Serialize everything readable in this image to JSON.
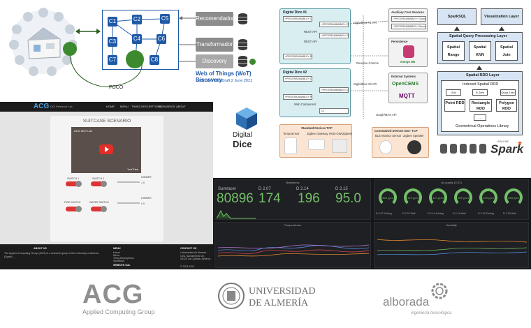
{
  "wot": {
    "cells": [
      "C1",
      "C2",
      "C3",
      "C4",
      "C5",
      "C6",
      "C7",
      "C8"
    ],
    "services": [
      "Recomendador",
      "Transformador",
      "Discovery"
    ],
    "focus_label": "FOCO",
    "title": "Web of Things (WoT) Discovery",
    "subtitle": "W3C Working Draft 2 June 2021",
    "colors": {
      "cell": "#1f5aa8",
      "focus": "#3c8a2e",
      "service": "#8c8c8c"
    }
  },
  "digital_dice": {
    "logo_line1": "Digital",
    "logo_line2": "Dice",
    "box1_title": "Digital Dice #1",
    "box2_title": "Digital Dice #2",
    "box1_items": [
      "«PROGRAMMABLE»\nController",
      "«PROGRAMMABLE»\nEventHandler",
      "«PROGRAMMABLE»\nDataHandler",
      "«PROGRAMMABLE»\nReflection"
    ],
    "box2_items": [
      "«PROGRAMMABLE»\nController#2",
      "«PROGRAMMABLE»\nDataHandler",
      "«PROGRAMMABLE»\nReflection",
      "Web Component",
      "UI"
    ],
    "api1": "DigitalDice #1 API",
    "api2": "DigitalDice #2 API",
    "api_labels": [
      "REST API",
      "REST API",
      "WS",
      "REST API",
      "WS",
      "REST API"
    ],
    "reactive": "Reactive Comms",
    "graph": "Graph/MAS API",
    "aux_title": "Auxiliary Core Services",
    "aux_items": [
      "«PROGRAMMABLE»\nCausality Service",
      "«PROGRAMMABLE»\nDiscovery Service"
    ],
    "persistence": "Persistence",
    "persistence_item": "mongo DB",
    "external": "External Systems",
    "external_items": [
      "OpenCEMS",
      "MQTT"
    ],
    "std_title": "Standard Devices TCP",
    "std_items": [
      "TempSensor",
      "Zigbee Gateway",
      "RGB-GW(Zigbee)"
    ],
    "cons_title": "Constrained Devices Non- TCP",
    "cons_items": [
      "BLE Monitor Sensor",
      "Zigbee Speaker"
    ]
  },
  "spark": {
    "top": [
      "SparkSQL",
      "Visualization Layer"
    ],
    "layer1": "Spatial Query Processing Layer",
    "queries": [
      "Spatial Range",
      "Spatial KNN",
      "Spatial Join"
    ],
    "layer2": "Spatial RDD Layer",
    "indexed": "Indexed Spatial RDD",
    "indexes": [
      "Grid",
      "R-Tree",
      "Quad-Tree"
    ],
    "rdds": [
      "Point RDD",
      "Rectangle RDD",
      "Polygon RDD"
    ],
    "other": "... ",
    "ops": "Geometrical Operations Library",
    "brand_small": "APACHE",
    "brand": "Spark"
  },
  "web": {
    "brand": "ACG",
    "brand_sub": "DiGi Reference Lab",
    "nav": [
      "HOME",
      "MENU",
      "THING DESCRIPTIONS",
      "SCENARIOS",
      "ABOUT"
    ],
    "scenario_title": "SUITCASE SCENARIO",
    "video_title": "ACG WoT Lab",
    "youtube": "YouTube",
    "switches": [
      "SWITCH 1",
      "SWITCH 2",
      "FIRE SWITCH",
      "WATER SWITCH"
    ],
    "dimmers": [
      "DIMMER",
      "DIMMER"
    ],
    "dimmer_values": [
      "1.0",
      "0.0"
    ],
    "toggle_text": "OFF",
    "footer_about": "ABOUT US",
    "footer_about_text": "The Applied Computing Group (ACG) is a research group of the University of Almeria (Spain) ...",
    "footer_menu": "MENU",
    "footer_links": [
      "Home",
      "Menu",
      "Thing Descriptions",
      "Scenarios"
    ],
    "footer_website": "WEBSITE UAL",
    "footer_contact": "CONTACT US",
    "footer_contact_text": "Universidad de Almería · Ctra. Sacramento s/n, 04120 La Cañada, Almería",
    "footer_copy": "© 2021 ACG"
  },
  "grafana": {
    "brightness": "Brightness",
    "airq": "Air quality (CO2)",
    "sensors": [
      "Suntracer",
      "D 2.07",
      "D 2.14",
      "D 2.15"
    ],
    "values": [
      "80896",
      "174",
      "196",
      "95.0"
    ],
    "gauges": [
      "464 ppm",
      "429 ppm",
      "424 ppm",
      "399 ppm",
      "429 ppm",
      "545 ppm"
    ],
    "gauge_labels": [
      "D 2.07 Ceiling",
      "D 2.07 Wall",
      "D 2.14 Ceiling",
      "D 2.14 Wall",
      "D 2.15 Ceiling",
      "D 2.15 Wall"
    ],
    "temperatures": "Temperatures",
    "humidity": "Humidity",
    "color_value": "#73bf69"
  },
  "logos": {
    "acg": "ACG",
    "acg_sub": "Applied Computing Group",
    "ual_line1": "UNIVERSIDAD",
    "ual_line2": "DE ALMERÍA",
    "alborada": "alborada",
    "alborada_sub": "ingeniería tecnológica"
  }
}
